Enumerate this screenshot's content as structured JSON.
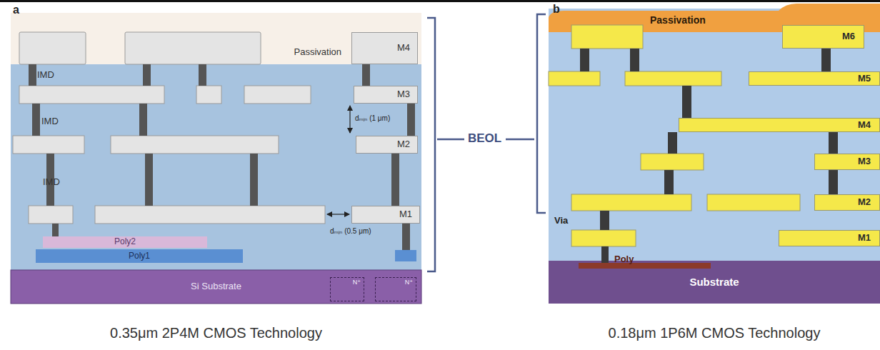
{
  "diagram": {
    "nodes": [
      {
        "text": [
          "Passivation"
        ]
      },
      {
        "text": [
          "M4"
        ]
      },
      {
        "text": [
          "M3"
        ]
      },
      {
        "text": [
          "M2"
        ]
      },
      {
        "text": [
          "M1"
        ]
      },
      {
        "text": [
          "Poly2"
        ]
      },
      {
        "text": [
          "Poly1"
        ]
      },
      {
        "text": [
          "Si Substrate"
        ]
      },
      {
        "text": [
          "N⁺"
        ],
        "in": 7
      },
      {
        "text": [
          "N⁺"
        ],
        "in": 7
      },
      {
        "text": [
          "Passivation"
        ]
      },
      {
        "text": [
          "M6"
        ]
      },
      {
        "text": [
          "M5"
        ]
      },
      {
        "text": [
          "M4"
        ]
      },
      {
        "text": [
          "M3"
        ]
      },
      {
        "text": [
          "M2"
        ]
      },
      {
        "text": [
          "M1"
        ]
      },
      {
        "text": [
          "Substrate"
        ]
      }
    ],
    "labels": [
      "a",
      "IMD",
      "IMD",
      "IMD",
      "dₘᵢₙ (1 μm)",
      "dₘᵢₙ (0.5 μm)",
      "0.35μm 2P4M CMOS Technology",
      "BEOL",
      "b",
      "Via",
      "Poly",
      "0.18μm 1P6M CMOS Technology"
    ]
  }
}
